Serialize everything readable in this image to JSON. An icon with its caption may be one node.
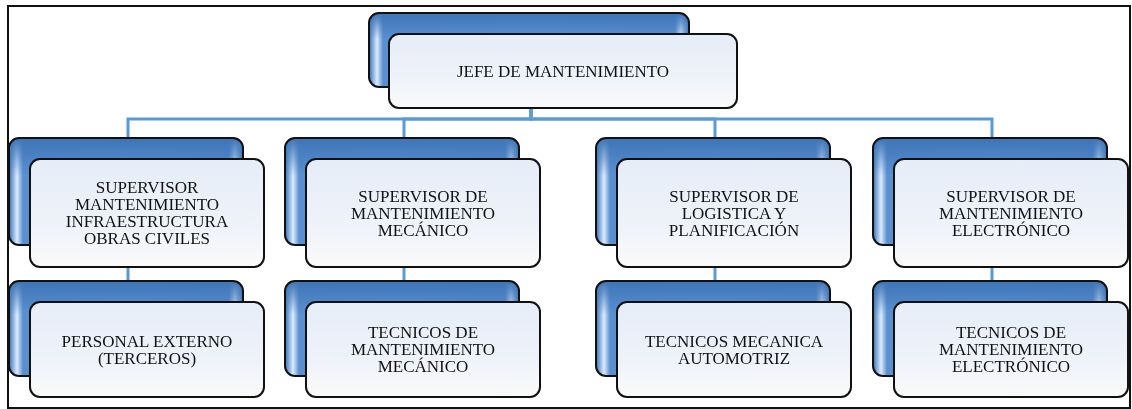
{
  "diagram": {
    "nodes": [
      {
        "text": [
          "JEFE DE MANTENIMIENTO"
        ]
      },
      {
        "text": [
          "SUPERVISOR MANTENIMIENTO INFRAESTRUCTURA OBRAS CIVILES"
        ]
      },
      {
        "text": [
          "SUPERVISOR DE MANTENIMIENTO MECÁNICO"
        ]
      },
      {
        "text": [
          "SUPERVISOR DE LOGISTICA Y PLANIFICACIÓN"
        ]
      },
      {
        "text": [
          "SUPERVISOR DE MANTENIMIENTO ELECTRÓNICO"
        ]
      },
      {
        "text": [
          "PERSONAL EXTERNO (TERCEROS)"
        ]
      },
      {
        "text": [
          "TECNICOS DE MANTENIMIENTO MECÁNICO"
        ]
      },
      {
        "text": [
          "TECNICOS MECANICA AUTOMOTRIZ"
        ]
      },
      {
        "text": [
          "TECNICOS DE MANTENIMIENTO ELECTRÓNICO"
        ]
      }
    ],
    "edges": [
      {
        "from": 0,
        "to": 1,
        "arrow": "none"
      },
      {
        "from": 0,
        "to": 2,
        "arrow": "none"
      },
      {
        "from": 0,
        "to": 3,
        "arrow": "none"
      },
      {
        "from": 0,
        "to": 4,
        "arrow": "none"
      },
      {
        "from": 1,
        "to": 5,
        "arrow": "none"
      },
      {
        "from": 2,
        "to": 6,
        "arrow": "none"
      },
      {
        "from": 3,
        "to": 7,
        "arrow": "none"
      },
      {
        "from": 4,
        "to": 8,
        "arrow": "none"
      }
    ]
  }
}
